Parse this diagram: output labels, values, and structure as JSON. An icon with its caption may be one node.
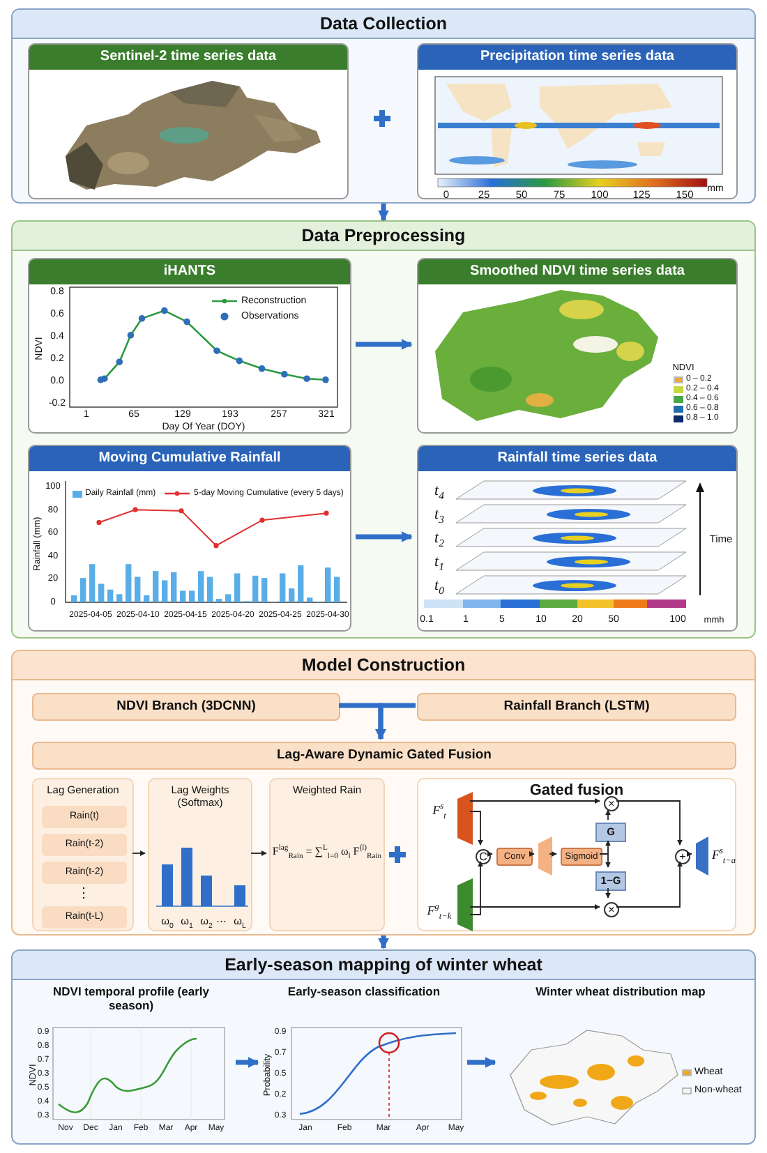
{
  "diagram": {
    "nodes": [
      {
        "text": [
          "Data Collection"
        ]
      },
      {
        "text": [
          "Sentinel-2 time series data"
        ],
        "in": 0
      },
      {
        "text": [
          "Precipitation time series data"
        ],
        "in": 0
      },
      {
        "text": [
          "Data Preprocessing"
        ]
      },
      {
        "text": [
          "iHANTS"
        ],
        "in": 3
      },
      {
        "text": [
          "Smoothed NDVI time series data"
        ],
        "in": 3
      },
      {
        "text": [
          "Moving Cumulative Rainfall"
        ],
        "in": 3
      },
      {
        "text": [
          "Rainfall time series data"
        ],
        "in": 3
      },
      {
        "text": [
          "Model Construction"
        ]
      },
      {
        "text": [
          "NDVI Branch (3DCNN)"
        ],
        "in": 8
      },
      {
        "text": [
          "Rainfall Branch (LSTM)"
        ],
        "in": 8
      },
      {
        "text": [
          "Lag-Aware Dynamic Gated Fusion"
        ],
        "in": 8
      },
      {
        "text": [
          "Lag Generation"
        ],
        "in": 8
      },
      {
        "text": [
          "Rain(t)"
        ],
        "in": 12
      },
      {
        "text": [
          "Rain(t-2)"
        ],
        "in": 12
      },
      {
        "text": [
          "Rain(t-2)"
        ],
        "in": 12
      },
      {
        "text": [
          "Rain(t-L)"
        ],
        "in": 12
      },
      {
        "text": [
          "Lag Weights (Softmax)"
        ],
        "in": 8
      },
      {
        "text": [
          "Weighted Rain",
          "F$^{lag}$$_{Rain}$ = ∑$^{L}$$_{l=0}$ ω$_{l}$ F$^{(l)}$$_{Rain}$"
        ],
        "in": 8
      },
      {
        "text": [
          "Gated fusion"
        ],
        "in": 8
      },
      {
        "text": [],
        "shape": "trapezoid",
        "beside": [
          "F$^{s}$$_{t}$"
        ],
        "in": 19
      },
      {
        "text": [],
        "shape": "trapezoid",
        "beside": [
          "F$^{g}$$_{t−k}$"
        ],
        "in": 19
      },
      {
        "text": [
          "C"
        ],
        "in": 19
      },
      {
        "text": [
          "Conv"
        ],
        "in": 19
      },
      {
        "text": [],
        "shape": "trapezoid",
        "in": 19
      },
      {
        "text": [
          "Sigmoid"
        ],
        "in": 19
      },
      {
        "text": [
          "G"
        ],
        "in": 19
      },
      {
        "text": [
          "1−G"
        ],
        "in": 19
      },
      {
        "text": [
          "×"
        ],
        "in": 19
      },
      {
        "text": [
          "×"
        ],
        "in": 19
      },
      {
        "text": [
          "+"
        ],
        "in": 19
      },
      {
        "text": [],
        "shape": "trapezoid",
        "beside": [
          "F$^{s}$$_{t−a}$"
        ],
        "in": 19
      },
      {
        "text": [
          "Early-season mapping of winter wheat"
        ]
      },
      {
        "text": [
          "NDVI temporal profile (early season)"
        ],
        "in": 32
      },
      {
        "text": [
          "Early-season classification"
        ],
        "in": 32
      },
      {
        "text": [
          "Winter wheat distribution map"
        ],
        "in": 32
      }
    ],
    "edges": [
      {
        "from": 0,
        "to": 3,
        "arrow": "to",
        "style": "thick",
        "color": "#2f6fc8"
      },
      {
        "from": 4,
        "to": 5,
        "arrow": "to",
        "style": "thick",
        "color": "#2f6fc8"
      },
      {
        "from": 6,
        "to": 7,
        "arrow": "to",
        "style": "thick",
        "color": "#2f6fc8"
      },
      {
        "from": 9,
        "to": 11,
        "arrow": "to",
        "style": "thick",
        "color": "#2f6fc8"
      },
      {
        "from": 10,
        "to": 11,
        "arrow": "to",
        "style": "thick",
        "color": "#2f6fc8"
      },
      {
        "from": 12,
        "to": 17,
        "arrow": "to"
      },
      {
        "from": 17,
        "to": 18,
        "arrow": "to"
      },
      {
        "from": 20,
        "to": 22,
        "arrow": "to"
      },
      {
        "from": 21,
        "to": 22,
        "arrow": "to"
      },
      {
        "from": 22,
        "to": 23,
        "arrow": "to"
      },
      {
        "from": 23,
        "to": 24,
        "arrow": "to"
      },
      {
        "from": 24,
        "to": 25,
        "arrow": "to"
      },
      {
        "from": 25,
        "to": 26,
        "arrow": "to"
      },
      {
        "from": 25,
        "to": 27,
        "arrow": "to"
      },
      {
        "from": 26,
        "to": 28,
        "arrow": "to"
      },
      {
        "from": 27,
        "to": 29,
        "arrow": "to"
      },
      {
        "from": 20,
        "to": 28,
        "arrow": "to"
      },
      {
        "from": 21,
        "to": 29,
        "arrow": "to"
      },
      {
        "from": 28,
        "to": 30,
        "arrow": "to"
      },
      {
        "from": 29,
        "to": 30,
        "arrow": "to"
      },
      {
        "from": 30,
        "to": 31,
        "arrow": "to"
      },
      {
        "from": 8,
        "to": 32,
        "arrow": "to",
        "style": "thick",
        "color": "#2f6fc8"
      },
      {
        "from": 33,
        "to": 34,
        "arrow": "to",
        "style": "thick",
        "color": "#2f6fc8"
      },
      {
        "from": 34,
        "to": 35,
        "arrow": "to",
        "style": "thick",
        "color": "#2f6fc8"
      }
    ],
    "labels": [
      "0",
      "25",
      "50",
      "75",
      "100",
      "125",
      "150",
      "mm",
      "0.8",
      "0.6",
      "0.4",
      "0.2",
      "0.0",
      "-0.2",
      "NDVI",
      "1",
      "65",
      "129",
      "193",
      "257",
      "321",
      "Day Of Year (DOY)",
      "NDVI",
      "100",
      "80",
      "60",
      "40",
      "20",
      "0",
      "Rainfall (mm)",
      "2025-04-05",
      "2025-04-10",
      "2025-04-15",
      "2025-04-20",
      "2025-04-25",
      "2025-04-30",
      "t$_{4}$",
      "t$_{3}$",
      "t$_{2}$",
      "t$_{1}$",
      "t$_{0}$",
      "Time",
      "0.1",
      "1",
      "5",
      "10",
      "20",
      "50",
      "100",
      "mmh",
      "⋮",
      "ω$_{0}$",
      "ω$_{1}$",
      "ω$_{2}$",
      "⋯",
      "ω$_{L}$",
      "0.9",
      "0.8",
      "0.7",
      "0.3",
      "0.5",
      "0.4",
      "0.3",
      "NDVI",
      "Nov",
      "Dec",
      "Jan",
      "Feb",
      "Mar",
      "Apr",
      "May",
      "0.9",
      "0.7",
      "0.5",
      "0.2",
      "0.3",
      "Probability",
      "Jan",
      "Feb",
      "Mar",
      "Apr",
      "May"
    ],
    "legend": [
      {
        "text": "Reconstruction"
      },
      {
        "text": "Observations"
      },
      {
        "text": "0 – 0.2",
        "color": "#f0a830"
      },
      {
        "text": "0.2 – 0.4",
        "color": "#c8d840"
      },
      {
        "text": "0.4 – 0.6",
        "color": "#48a848"
      },
      {
        "text": "0.6 – 0.8",
        "color": "#1f6fb0"
      },
      {
        "text": "0.8 – 1.0",
        "color": "#0d2a6b"
      },
      {
        "text": "Daily Rainfall (mm)",
        "color": "#5aaee8"
      },
      {
        "text": "5-day Moving Cumulative (every 5 days)"
      },
      {
        "text": "Wheat",
        "color": "#f0a818"
      },
      {
        "text": "Non-wheat",
        "color": "#f4f4f4"
      }
    ]
  }
}
